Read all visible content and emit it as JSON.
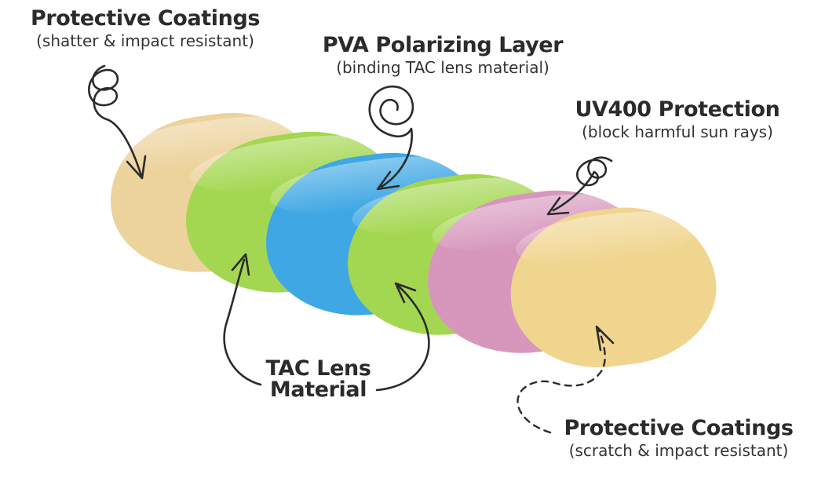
{
  "figure": {
    "background": "#ffffff",
    "text_color": "#2b2b2b",
    "description": "Exploded diagram of polarized sunglass lens layers"
  },
  "labels": {
    "top_left": {
      "title": "Protective Coatings",
      "subtitle": "(shatter & impact resistant)"
    },
    "top_middle": {
      "title": "PVA Polarizing Layer",
      "subtitle": "(binding TAC lens material)"
    },
    "top_right": {
      "title": "UV400 Protection",
      "subtitle": "(block harmful sun rays)"
    },
    "bottom_middle": {
      "title_line1": "TAC Lens",
      "title_line2": "Material"
    },
    "bottom_right": {
      "title": "Protective Coatings",
      "subtitle": "(scratch & impact resistant)"
    }
  },
  "lenses": [
    {
      "name": "protective-coating-front-layer",
      "color": "#ECD29B"
    },
    {
      "name": "tac-lens-front-layer",
      "color": "#A4D751"
    },
    {
      "name": "pva-polarizing-layer",
      "color": "#3EA7E4"
    },
    {
      "name": "tac-lens-back-layer",
      "color": "#A4D751"
    },
    {
      "name": "uv400-protection-layer",
      "color": "#D797BD"
    },
    {
      "name": "protective-coating-back-layer",
      "color": "#F0D58F"
    }
  ],
  "arrows": [
    {
      "name": "coil-arrow-top-left",
      "style": "solid",
      "from": "top_left label",
      "to": "protective coating front layer"
    },
    {
      "name": "spiral-arrow-pva",
      "style": "solid",
      "from": "top_middle label",
      "to": "pva polarizing layer"
    },
    {
      "name": "coil-arrow-uv400",
      "style": "solid",
      "from": "top_right label",
      "to": "uv400 protection layer"
    },
    {
      "name": "curve-arrow-tac-left",
      "style": "solid",
      "from": "bottom_middle label",
      "to": "tac lens front layer"
    },
    {
      "name": "curve-arrow-tac-right",
      "style": "solid",
      "from": "bottom_middle label",
      "to": "tac lens back layer"
    },
    {
      "name": "dashed-arrow-bottom-right",
      "style": "dashed",
      "from": "bottom_right label",
      "to": "protective coating back layer"
    }
  ]
}
